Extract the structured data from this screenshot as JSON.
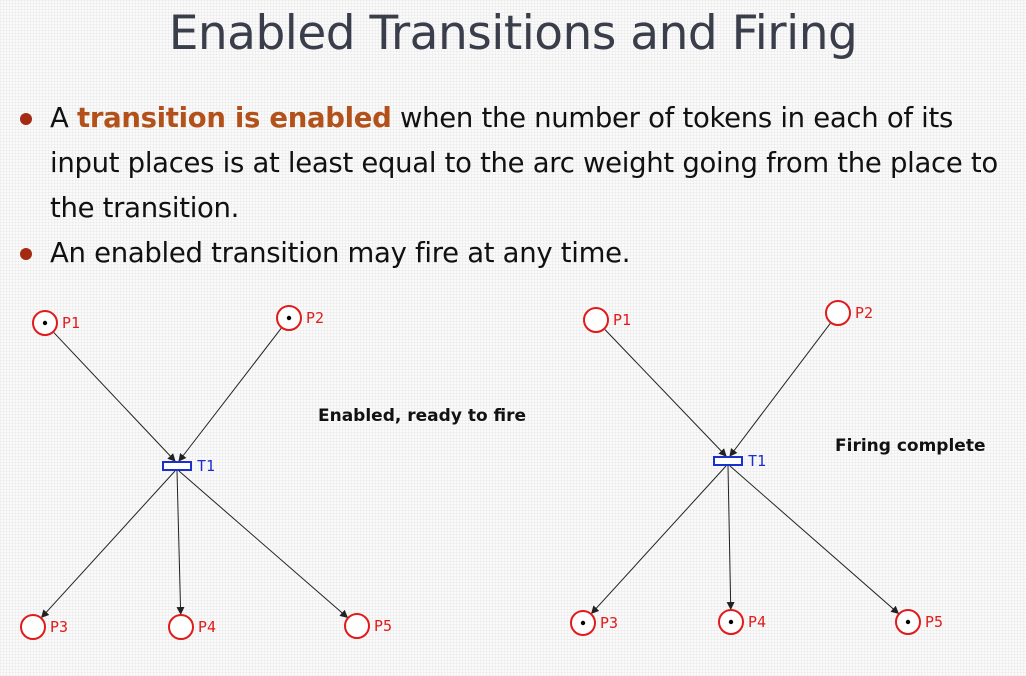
{
  "title": "Enabled Transitions and Firing",
  "bullets": [
    {
      "before": "A ",
      "highlight": "transition is enabled",
      "after": " when the number of tokens in each of its input places is at least equal to the arc weight going from the place to the transition."
    },
    {
      "before": "An enabled transition may fire at any time.",
      "highlight": "",
      "after": ""
    }
  ],
  "colors": {
    "title": "#3a3d4a",
    "highlight": "#b3511a",
    "bullet": "#a52a12",
    "place": "#e01b1b",
    "transition": "#1a2fd0"
  },
  "diagrams": [
    {
      "status": "Enabled, ready to fire",
      "transition_label": "T1",
      "places": [
        {
          "label": "P1",
          "tokens": 1
        },
        {
          "label": "P2",
          "tokens": 1
        },
        {
          "label": "P3",
          "tokens": 0
        },
        {
          "label": "P4",
          "tokens": 0
        },
        {
          "label": "P5",
          "tokens": 0
        }
      ]
    },
    {
      "status": "Firing complete",
      "transition_label": "T1",
      "places": [
        {
          "label": "P1",
          "tokens": 0
        },
        {
          "label": "P2",
          "tokens": 0
        },
        {
          "label": "P3",
          "tokens": 1
        },
        {
          "label": "P4",
          "tokens": 1
        },
        {
          "label": "P5",
          "tokens": 1
        }
      ]
    }
  ]
}
